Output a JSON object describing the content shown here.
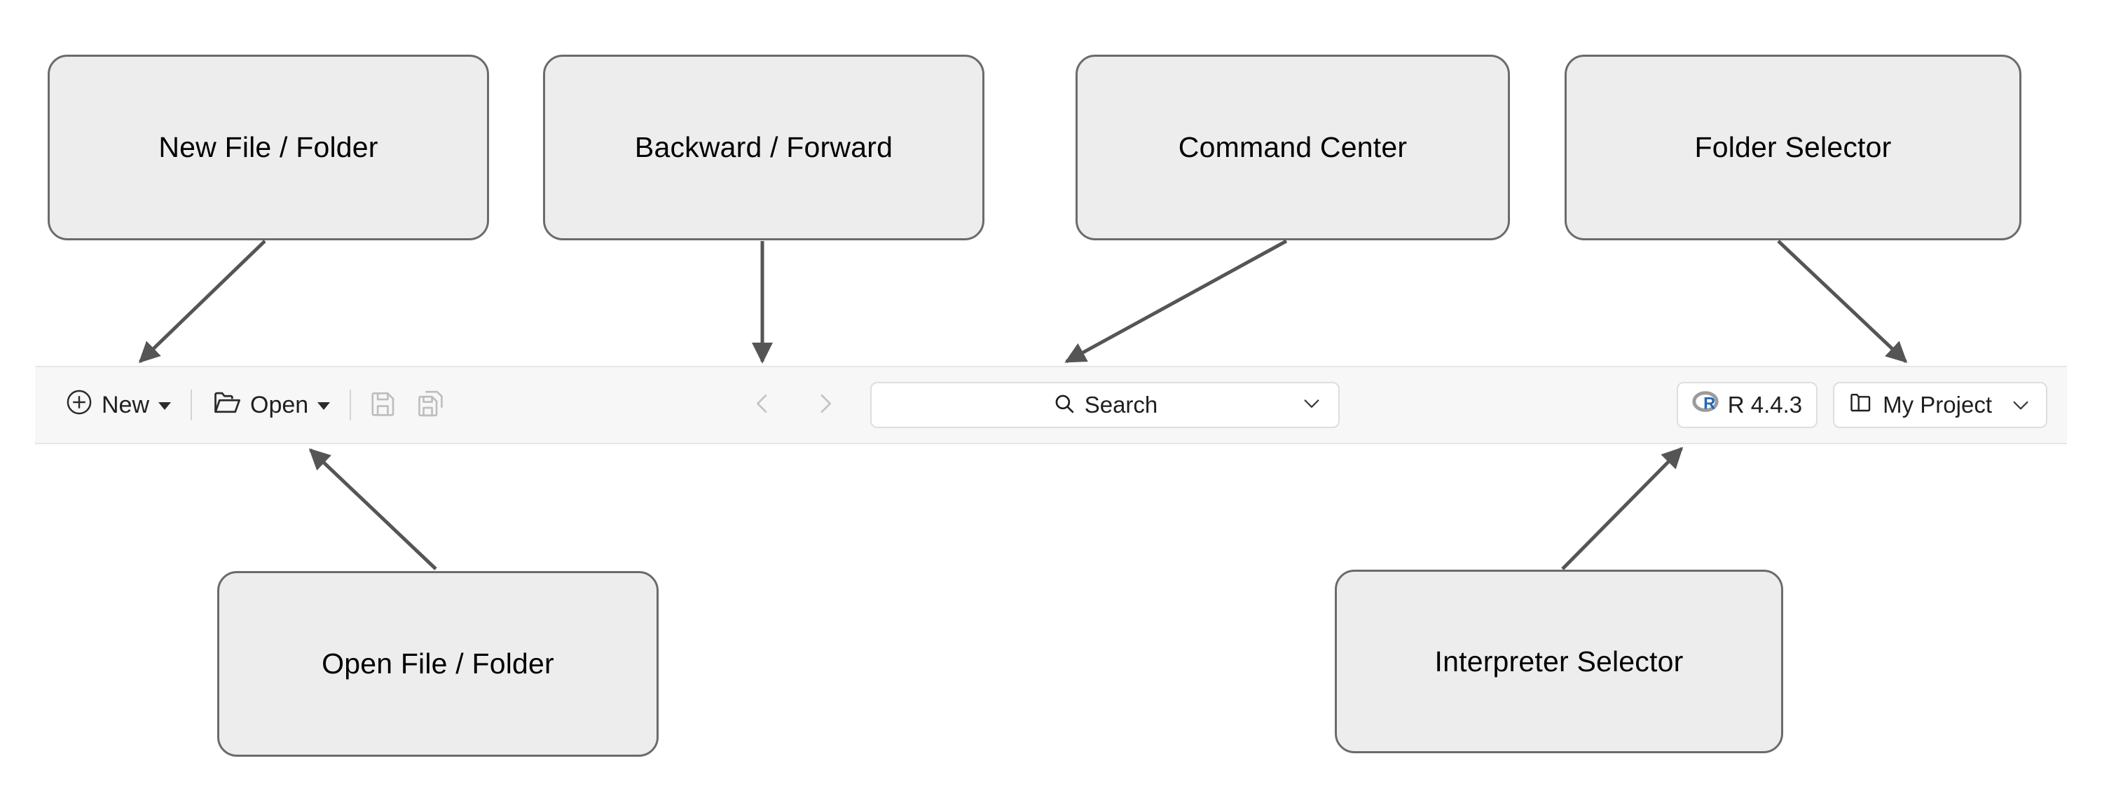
{
  "annotations": [
    {
      "id": "new-file-folder",
      "label": "New File / Folder"
    },
    {
      "id": "backward-forward",
      "label": "Backward / Forward"
    },
    {
      "id": "command-center",
      "label": "Command Center"
    },
    {
      "id": "folder-selector",
      "label": "Folder Selector"
    },
    {
      "id": "open-file-folder",
      "label": "Open File / Folder"
    },
    {
      "id": "interpreter-selector",
      "label": "Interpreter Selector"
    }
  ],
  "toolbar": {
    "new_label": "New",
    "open_label": "Open",
    "new_icon": "plus-circle-icon",
    "open_icon": "folder-open-icon",
    "save_icon": "save-floppy-icon",
    "save_all_icon": "save-all-floppy-icon",
    "back_icon": "chevron-left-icon",
    "forward_icon": "chevron-right-icon",
    "search": {
      "icon": "search-magnifier-icon",
      "placeholder": "Search",
      "chevron_icon": "chevron-down-icon"
    },
    "interpreter": {
      "icon": "r-logo-icon",
      "label": "R 4.4.3"
    },
    "workspace": {
      "icon": "folder-icon",
      "label": "My Project",
      "chevron_icon": "chevron-down-icon"
    }
  },
  "colors": {
    "callout_fill": "#ededed",
    "callout_border": "#6b6b6b",
    "arrow": "#555555",
    "toolbar_bg": "#f7f7f7",
    "toolbar_border": "#e6e6e6",
    "control_border": "#dedede",
    "text": "#1f1f1f",
    "disabled": "#bdbdbd",
    "r_blue": "#2266b8",
    "r_gray": "#9b9b9b"
  }
}
